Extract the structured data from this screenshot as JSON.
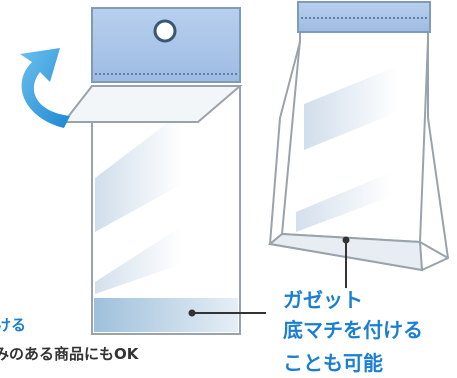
{
  "labels": {
    "gusset_title": "ガゼット",
    "gusset_line1": "底マチを付ける",
    "gusset_line2": "ことも可能",
    "left_title": "ける",
    "left_desc": "みのある商品にもOK"
  },
  "colors": {
    "header_blue": "#a9c4e6",
    "outline_gray": "#9aa3ab",
    "arrow_blue": "#3aa0de",
    "text_blue": "#1a7fd0",
    "text_dark": "#333333"
  },
  "icons": [
    "fold-arrow-icon",
    "hang-hole-icon"
  ]
}
